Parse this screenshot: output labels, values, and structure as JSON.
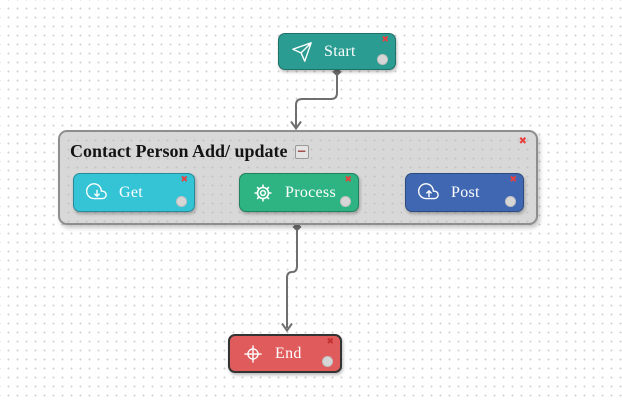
{
  "canvas": {
    "background": "#FFFFFF",
    "dot_color": "#D2D2D2"
  },
  "diagram": {
    "group": {
      "title": "Contact Person Add/ update",
      "collapse_label": "−",
      "bg_color": "#D8D8D8",
      "border_color": "#8E8E8E"
    },
    "controls": {
      "delete_label": "✖"
    },
    "nodes": {
      "start": {
        "label": "Start",
        "color": "#2B9C92",
        "icon": "send-icon"
      },
      "get": {
        "label": "Get",
        "color": "#35C3D6",
        "icon": "cloud-download-icon"
      },
      "process": {
        "label": "Process",
        "color": "#2EB483",
        "icon": "gear-icon"
      },
      "post": {
        "label": "Post",
        "color": "#4068B2",
        "icon": "cloud-upload-icon"
      },
      "end": {
        "label": "End",
        "color": "#E05C5C",
        "icon": "crosshair-icon"
      }
    },
    "connections": [
      {
        "from": "start",
        "to": "group"
      },
      {
        "from": "get",
        "to": "process"
      },
      {
        "from": "process",
        "to": "post"
      },
      {
        "from": "group",
        "to": "end"
      }
    ],
    "connector_color": "#6F6F6F"
  }
}
